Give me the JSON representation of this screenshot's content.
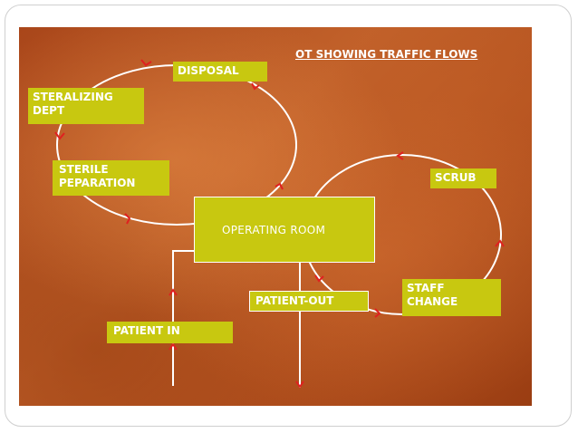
{
  "title": "OT SHOWING TRAFFIC FLOWS",
  "nodes": {
    "disposal": "DISPOSAL",
    "sterilizing_dept": "STERALIZING\nDEPT",
    "sterile_preparation": "STERILE\nPEPARATION",
    "operating_room": "OPERATING ROOM",
    "scrub": "SCRUB",
    "patient_out": "PATIENT-OUT",
    "staff_change": "STAFF\nCHANGE",
    "patient_in": "PATIENT IN"
  },
  "colors": {
    "background": "#b4521a",
    "box_fill": "#c8c810",
    "text": "#ffffff",
    "flow_line": "#ffffff",
    "arrow": "#e02020"
  }
}
